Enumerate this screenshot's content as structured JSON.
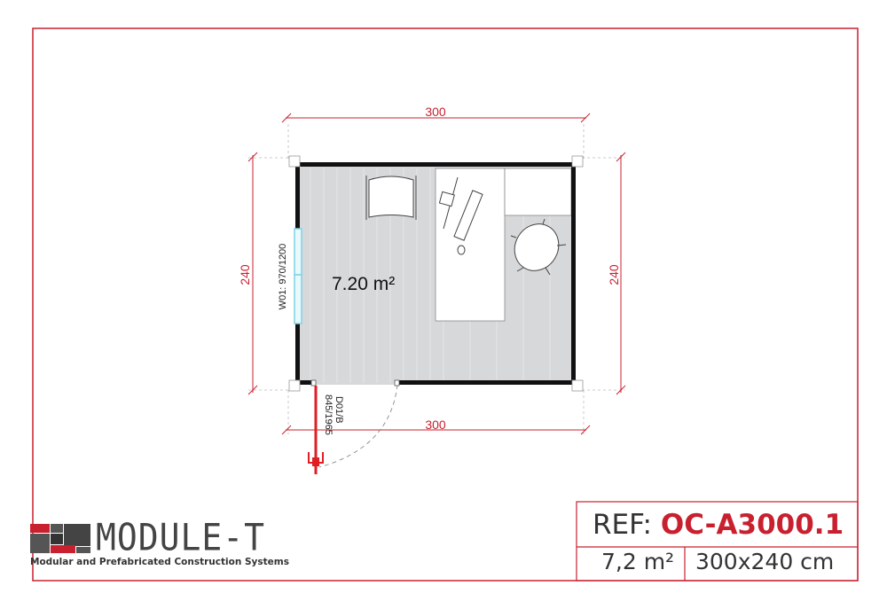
{
  "plan": {
    "dimension_top": "300",
    "dimension_bottom": "300",
    "dimension_left": "240",
    "dimension_right": "240",
    "room_area": "7.20 m²",
    "window_label": "W01: 970/1200",
    "door_label_line1": "D01/B",
    "door_label_line2": "845/1965"
  },
  "logo": {
    "name": "MODULE-T",
    "tagline": "Modular and Prefabricated Construction Systems"
  },
  "title_block": {
    "ref_label": "REF:",
    "ref_code": "OC-A3000.1",
    "area": "7,2 m²",
    "size": "300x240 cm"
  },
  "colors": {
    "accent": "#c8202f",
    "frame": "#c8202f",
    "floor": "#d6d8da",
    "wall": "#111111",
    "window": "#7fd3e6"
  }
}
